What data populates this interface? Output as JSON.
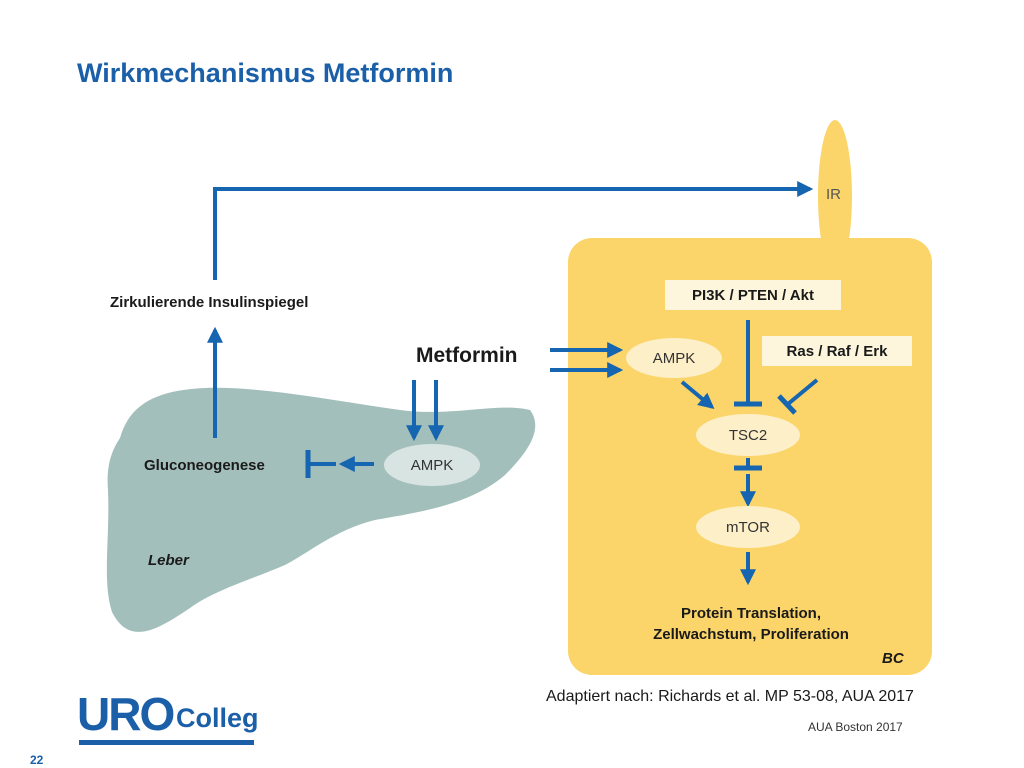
{
  "title": "Wirkmechanismus Metformin",
  "nodes": {
    "ir": "IR",
    "zirkulierend": "Zirkulierende Insulinspiegel",
    "metformin": "Metformin",
    "ampk_liver": "AMPK",
    "gluconeogenese": "Gluconeogenese",
    "leber": "Leber",
    "ampk_cell": "AMPK",
    "pi3k": "PI3K / PTEN / Akt",
    "ras": "Ras / Raf / Erk",
    "tsc2": "TSC2",
    "mtor": "mTOR",
    "protein_line1": "Protein Translation,",
    "protein_line2": "Zellwachstum, Proliferation",
    "bc": "BC"
  },
  "footer": {
    "citation": "Adaptiert nach: Richards et al. MP 53-08, AUA 2017",
    "conference": "AUA Boston 2017",
    "page_number": "22",
    "logo_uro": "URO",
    "logo_colleg": "Colleg"
  },
  "colors": {
    "title": "#1a5fa8",
    "arrow": "#1565b0",
    "liver": "#a3bfbb",
    "cell": "#fbd56a",
    "ellipse": "#fdefc8",
    "box": "#fdf6dc"
  }
}
